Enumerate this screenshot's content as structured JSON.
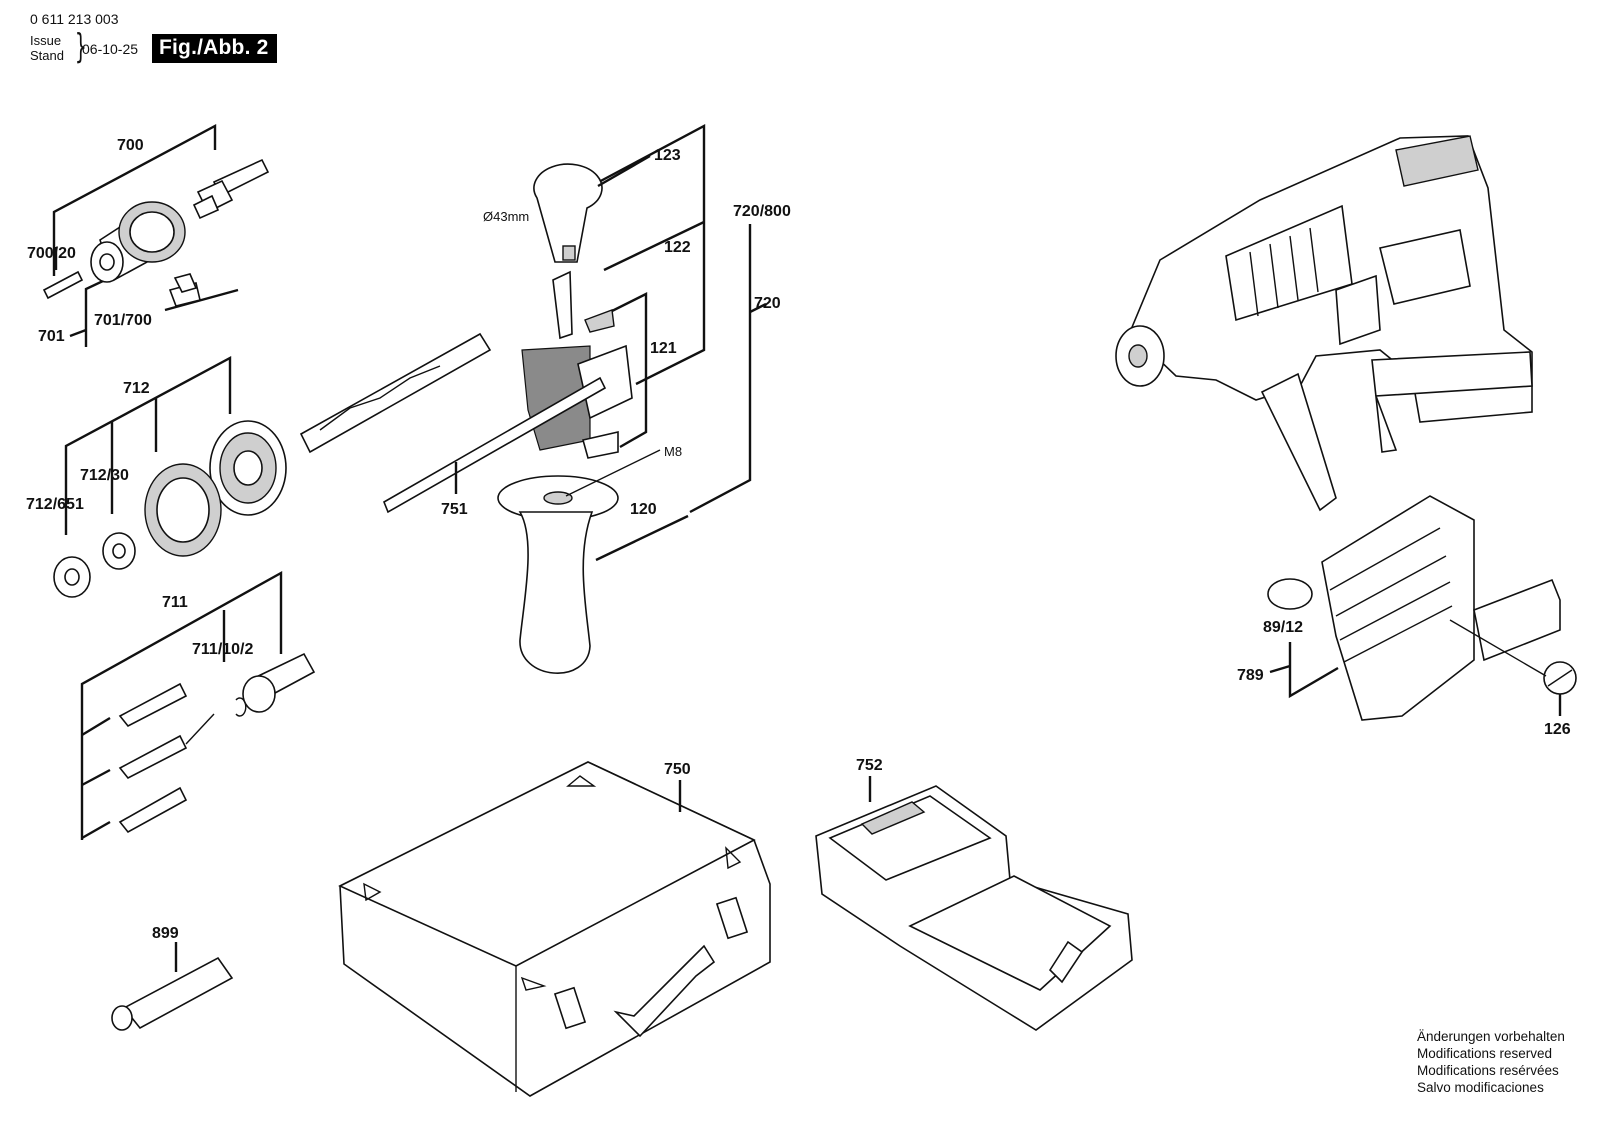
{
  "header": {
    "doc_number": "0 611 213 003",
    "issue_label": "Issue",
    "stand_label": "Stand",
    "date": "06-10-25",
    "figure": "Fig./Abb. 2"
  },
  "labels": {
    "p700": "700",
    "p700_20": "700/20",
    "p701": "701",
    "p701_700": "701/700",
    "p712": "712",
    "p712_30": "712/30",
    "p712_651": "712/651",
    "p711": "711",
    "p711_10_2": "711/10/2",
    "p123": "123",
    "p122": "122",
    "p121": "121",
    "p720_800": "720/800",
    "p720": "720",
    "p751": "751",
    "pM8": "M8",
    "p120": "120",
    "p89_12": "89/12",
    "p789": "789",
    "p126": "126",
    "p750": "750",
    "p752": "752",
    "p899": "899",
    "dim43": "Ø43mm"
  },
  "notes": [
    "Änderungen vorbehalten",
    "Modifications reserved",
    "Modifications resérvées",
    "Salvo modificaciones"
  ]
}
